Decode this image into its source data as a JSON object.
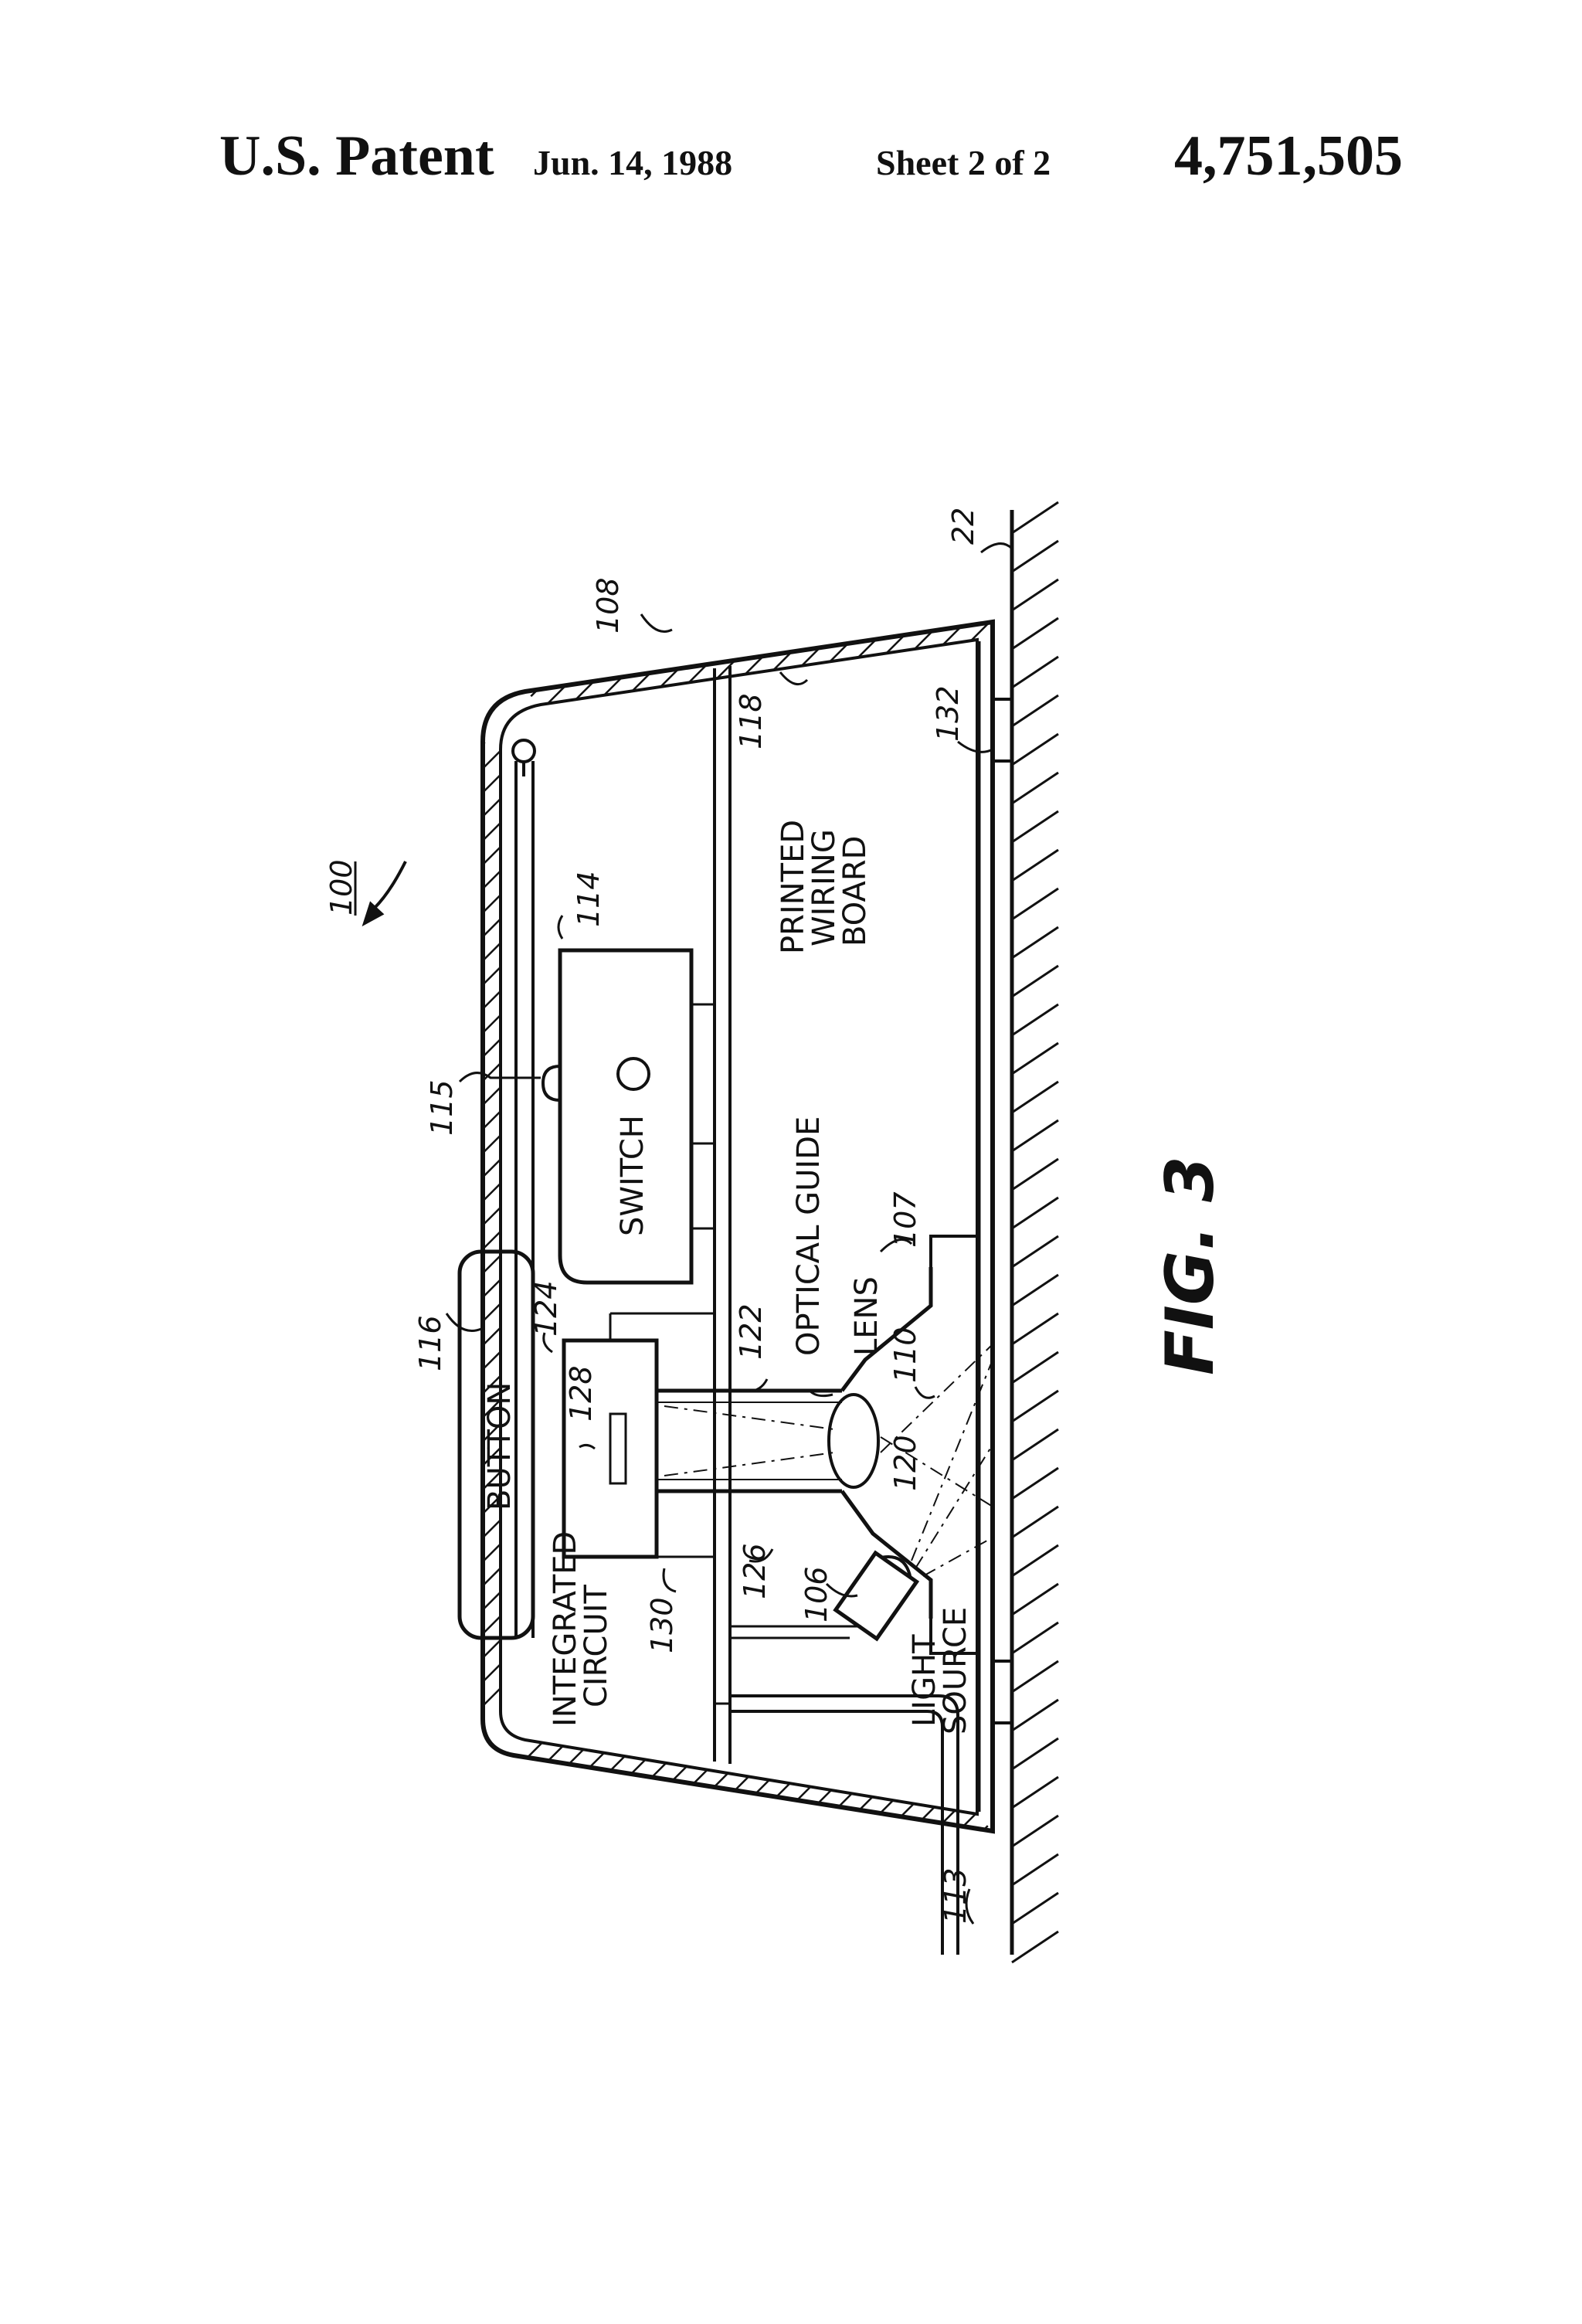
{
  "header": {
    "patent_label": "U.S. Patent",
    "date": "Jun. 14, 1988",
    "sheet": "Sheet 2 of 2",
    "patent_number": "4,751,505"
  },
  "figure": {
    "caption": "FIG. 3",
    "labels": {
      "button": "BUTTON",
      "switch": "SWITCH",
      "printed_wiring_board": [
        "PRINTED",
        "WIRING",
        "BOARD"
      ],
      "optical_guide": "OPTICAL GUIDE",
      "lens": "LENS",
      "integrated_circuit": [
        "INTEGRATED",
        "CIRCUIT"
      ],
      "light_source": [
        "LIGHT",
        "SOURCE"
      ]
    },
    "refs": {
      "r100": "100",
      "r108": "108",
      "r114": "114",
      "r115": "115",
      "r116": "116",
      "r118": "118",
      "r122": "122",
      "r124": "124",
      "r128": "128",
      "r120": "120",
      "r110": "110",
      "r107": "107",
      "r126": "126",
      "r106": "106",
      "r130": "130",
      "r132": "132",
      "r113": "113",
      "r22": "22"
    }
  }
}
